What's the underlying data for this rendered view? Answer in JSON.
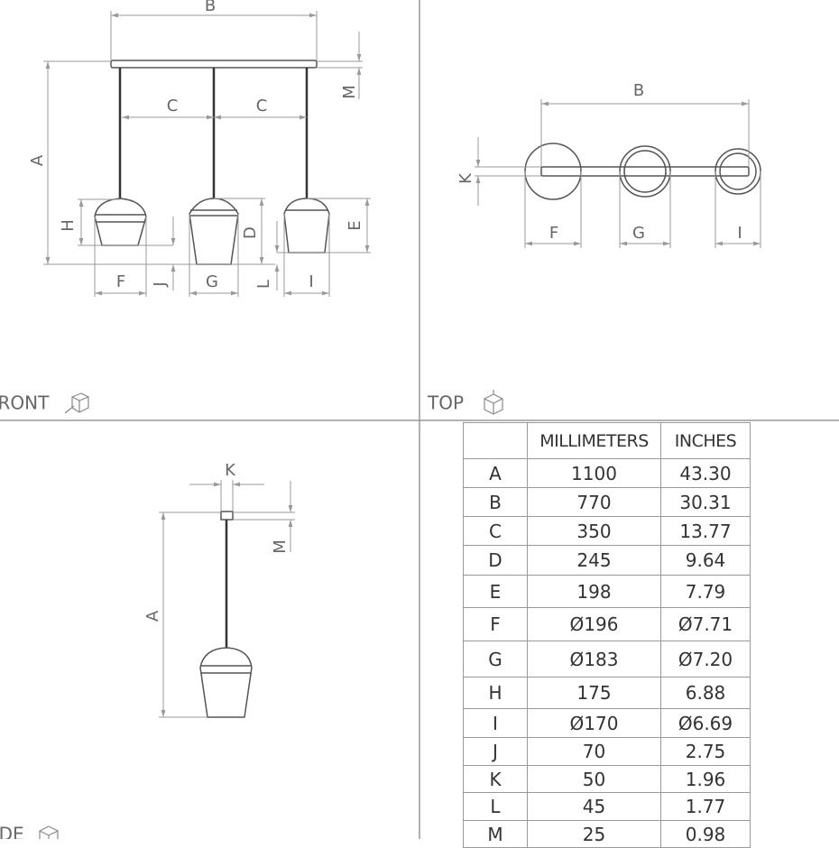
{
  "views": {
    "front": "FRONT",
    "top": "TOP",
    "side": "SIDE"
  },
  "dim_labels": {
    "A": "A",
    "B": "B",
    "C": "C",
    "D": "D",
    "E": "E",
    "F": "F",
    "G": "G",
    "H": "H",
    "I": "I",
    "J": "J",
    "K": "K",
    "L": "L",
    "M": "M"
  },
  "table": {
    "headers": [
      "",
      "MILLIMETERS",
      "INCHES"
    ],
    "rows": [
      {
        "key": "A",
        "mm": "1100",
        "in": "43.30"
      },
      {
        "key": "B",
        "mm": "770",
        "in": "30.31"
      },
      {
        "key": "C",
        "mm": "350",
        "in": "13.77"
      },
      {
        "key": "D",
        "mm": "245",
        "in": "9.64"
      },
      {
        "key": "E",
        "mm": "198",
        "in": "7.79"
      },
      {
        "key": "F",
        "mm": "Ø196",
        "in": "Ø7.71"
      },
      {
        "key": "G",
        "mm": "Ø183",
        "in": "Ø7.20"
      },
      {
        "key": "H",
        "mm": "175",
        "in": "6.88"
      },
      {
        "key": "I",
        "mm": "Ø170",
        "in": "Ø6.69"
      },
      {
        "key": "J",
        "mm": "70",
        "in": "2.75"
      },
      {
        "key": "K",
        "mm": "50",
        "in": "1.96"
      },
      {
        "key": "L",
        "mm": "45",
        "in": "1.77"
      },
      {
        "key": "M",
        "mm": "25",
        "in": "0.98"
      }
    ]
  }
}
